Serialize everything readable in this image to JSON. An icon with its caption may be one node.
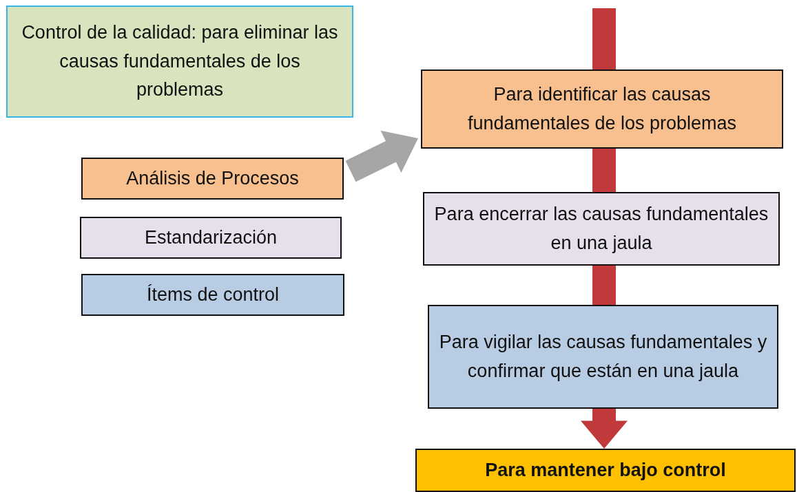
{
  "diagram": {
    "nodes": [
      {
        "text": [
          "Control de la calidad: para eliminar las causas fundamentales de los problemas"
        ]
      },
      {
        "text": [
          "Análisis de Procesos"
        ]
      },
      {
        "text": [
          "Estandarización"
        ]
      },
      {
        "text": [
          "Ítems de control"
        ]
      },
      {
        "text": [
          "Para identificar las causas fundamentales de los problemas"
        ]
      },
      {
        "text": [
          "Para encerrar las causas fundamentales en una jaula"
        ]
      },
      {
        "text": [
          "Para vigilar las causas fundamentales y confirmar que están en una jaula"
        ]
      },
      {
        "text": [
          "Para mantener bajo control"
        ]
      }
    ],
    "edges": [
      {
        "from": 1,
        "to": 4,
        "arrow": "to",
        "style": "thick",
        "color": "#a6a6a6"
      },
      {
        "from": null,
        "to": 4,
        "arrow": "none",
        "style": "thick",
        "color": "#c0393b"
      },
      {
        "from": 4,
        "to": 5,
        "arrow": "none",
        "style": "thick",
        "color": "#c0393b"
      },
      {
        "from": 5,
        "to": 6,
        "arrow": "none",
        "style": "thick",
        "color": "#c0393b"
      },
      {
        "from": 6,
        "to": 7,
        "arrow": "to",
        "style": "thick",
        "color": "#c0393b"
      }
    ]
  }
}
